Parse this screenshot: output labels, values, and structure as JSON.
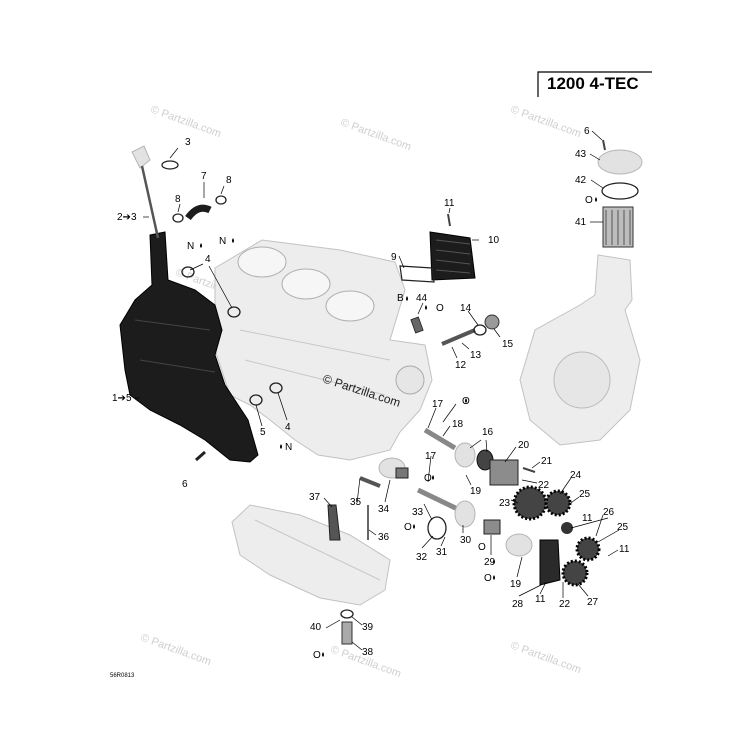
{
  "title": "1200 4-TEC",
  "document_code": "56R0813",
  "watermark_center": "© Partzilla.com",
  "watermark_faint": "© Partzilla.com",
  "callouts": [
    {
      "id": "3",
      "text": "3"
    },
    {
      "id": "7",
      "text": "7"
    },
    {
      "id": "8a",
      "text": "8"
    },
    {
      "id": "8b",
      "text": "8"
    },
    {
      "id": "2-3",
      "text": "2➔3"
    },
    {
      "id": "N1",
      "text": "N"
    },
    {
      "id": "N2",
      "text": "N"
    },
    {
      "id": "4a",
      "text": "4"
    },
    {
      "id": "1-5",
      "text": "1➔5"
    },
    {
      "id": "5",
      "text": "5"
    },
    {
      "id": "4b",
      "text": "4"
    },
    {
      "id": "N3",
      "text": "N"
    },
    {
      "id": "6a",
      "text": "6"
    },
    {
      "id": "11a",
      "text": "11"
    },
    {
      "id": "10",
      "text": "10"
    },
    {
      "id": "9",
      "text": "9"
    },
    {
      "id": "B",
      "text": "B"
    },
    {
      "id": "44",
      "text": "44"
    },
    {
      "id": "O1",
      "text": "O"
    },
    {
      "id": "14",
      "text": "14"
    },
    {
      "id": "15",
      "text": "15"
    },
    {
      "id": "13",
      "text": "13"
    },
    {
      "id": "12",
      "text": "12"
    },
    {
      "id": "6b",
      "text": "6"
    },
    {
      "id": "43",
      "text": "43"
    },
    {
      "id": "42",
      "text": "42"
    },
    {
      "id": "O2",
      "text": "O"
    },
    {
      "id": "41",
      "text": "41"
    },
    {
      "id": "17a",
      "text": "17"
    },
    {
      "id": "O3",
      "text": "O"
    },
    {
      "id": "18",
      "text": "18"
    },
    {
      "id": "16",
      "text": "16"
    },
    {
      "id": "20",
      "text": "20"
    },
    {
      "id": "21",
      "text": "21"
    },
    {
      "id": "19a",
      "text": "19"
    },
    {
      "id": "22a",
      "text": "22"
    },
    {
      "id": "17b",
      "text": "17"
    },
    {
      "id": "O4",
      "text": "O"
    },
    {
      "id": "24",
      "text": "24"
    },
    {
      "id": "25a",
      "text": "25"
    },
    {
      "id": "23",
      "text": "23"
    },
    {
      "id": "11b",
      "text": "11"
    },
    {
      "id": "26",
      "text": "26"
    },
    {
      "id": "25b",
      "text": "25"
    },
    {
      "id": "11c",
      "text": "11"
    },
    {
      "id": "37",
      "text": "37"
    },
    {
      "id": "35",
      "text": "35"
    },
    {
      "id": "34",
      "text": "34"
    },
    {
      "id": "33",
      "text": "33"
    },
    {
      "id": "O5",
      "text": "O"
    },
    {
      "id": "36",
      "text": "36"
    },
    {
      "id": "32",
      "text": "32"
    },
    {
      "id": "31",
      "text": "31"
    },
    {
      "id": "30",
      "text": "30"
    },
    {
      "id": "29",
      "text": "29"
    },
    {
      "id": "O6",
      "text": "O"
    },
    {
      "id": "O7",
      "text": "O"
    },
    {
      "id": "19b",
      "text": "19"
    },
    {
      "id": "28",
      "text": "28"
    },
    {
      "id": "11d",
      "text": "11"
    },
    {
      "id": "22b",
      "text": "22"
    },
    {
      "id": "27",
      "text": "27"
    },
    {
      "id": "40",
      "text": "40"
    },
    {
      "id": "39",
      "text": "39"
    },
    {
      "id": "O8",
      "text": "O"
    },
    {
      "id": "38",
      "text": "38"
    }
  ]
}
